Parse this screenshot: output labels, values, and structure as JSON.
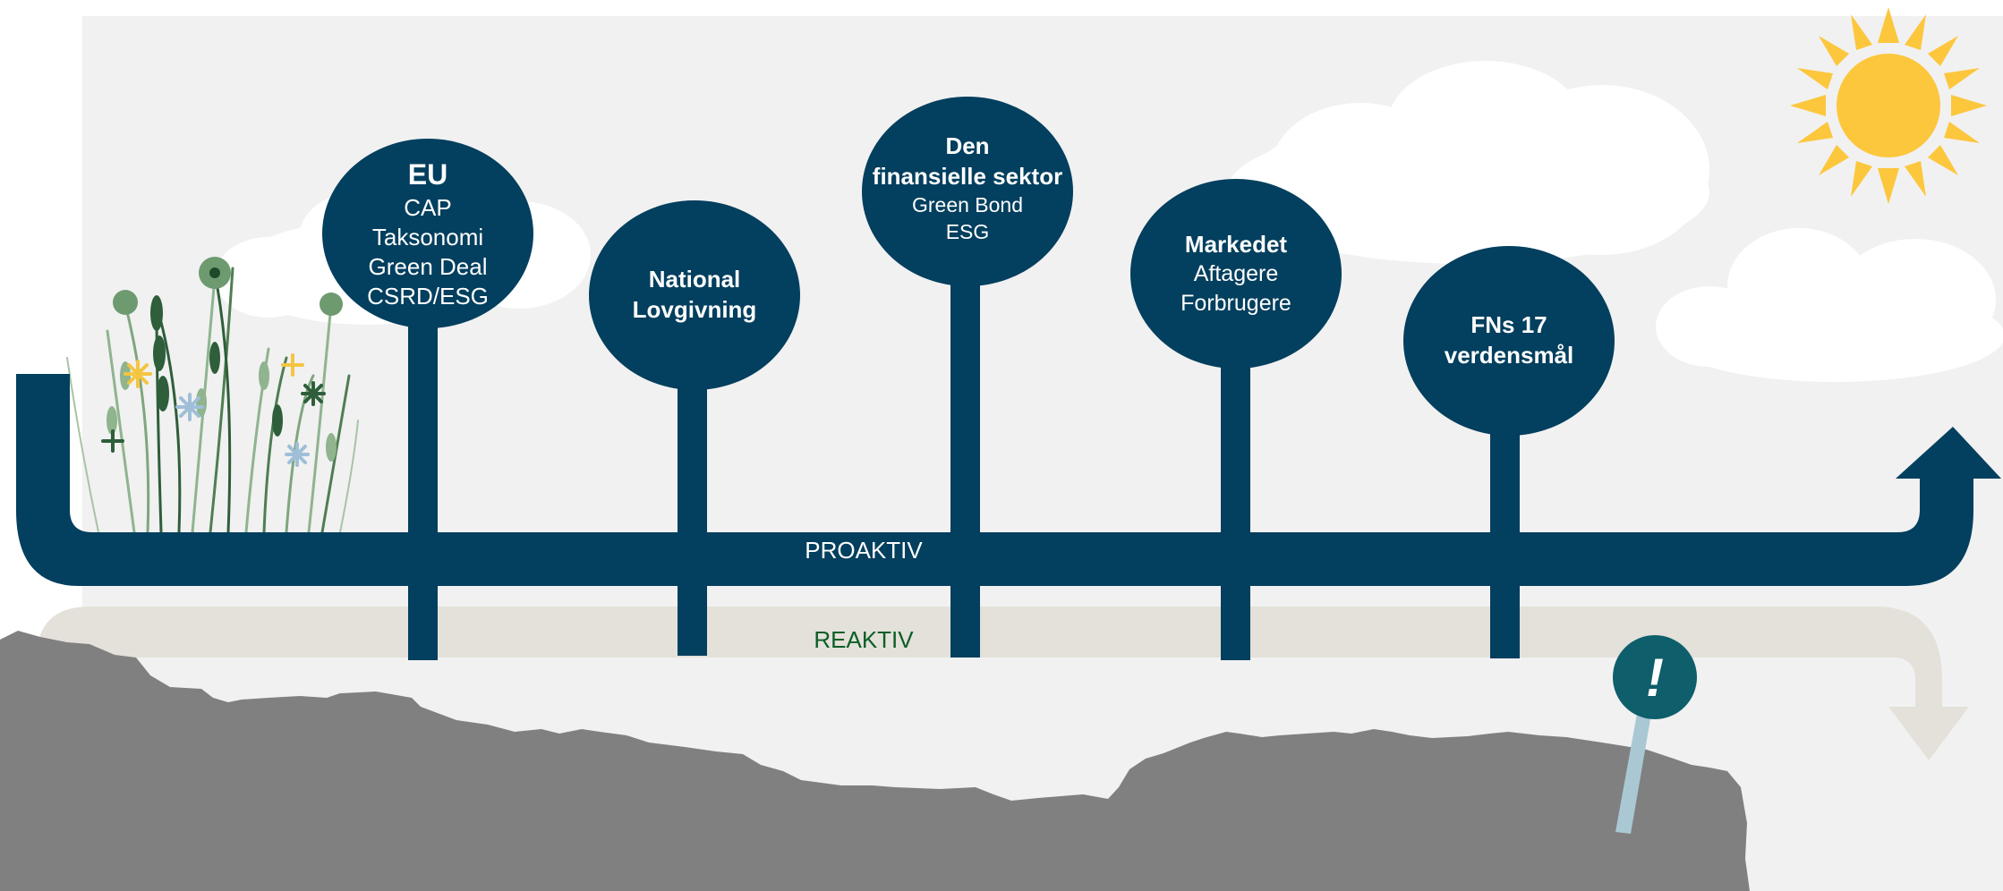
{
  "nodes": [
    {
      "title": "EU",
      "lines": [
        "CAP",
        "Taksonomi",
        "Green Deal",
        "CSRD/ESG"
      ]
    },
    {
      "title": "National Lovgivning",
      "title_lines": [
        "National",
        "Lovgivning"
      ],
      "lines": []
    },
    {
      "title_lines": [
        "Den",
        "finansielle sektor"
      ],
      "lines": [
        "Green Bond",
        "ESG"
      ]
    },
    {
      "title_lines": [
        "Markedet"
      ],
      "lines": [
        "Aftagere",
        "Forbrugere"
      ]
    },
    {
      "title_lines": [
        "FNs 17",
        "verdensmål"
      ],
      "lines": []
    }
  ],
  "track_labels": {
    "proaktiv": "PROAKTIV",
    "reaktiv": "REAKTIV"
  },
  "warning": {
    "symbol": "!"
  },
  "colors": {
    "node": "#033F5E",
    "proaktiv_track": "#033F5E",
    "reaktiv_track": "#E3E1D9",
    "reaktiv_text": "#0B5E27",
    "background": "#F1F1F1",
    "cliff": "#808080",
    "sun": "#FCC73D",
    "cloud": "#FFFFFF",
    "warning": "#0E5E6B",
    "warning_pole": "#A9C8D3"
  },
  "icons": [
    "sun-icon",
    "cloud-icon",
    "flowers-illustration",
    "cliff-illustration",
    "warning-sign-icon"
  ]
}
